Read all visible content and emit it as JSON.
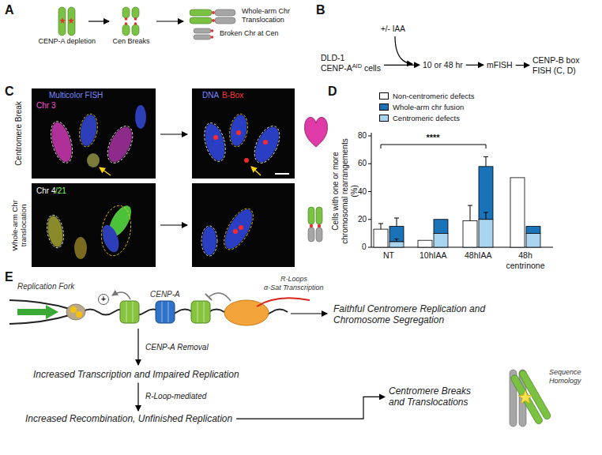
{
  "diagram": {
    "nodes": [
      {
        "text": [
          "DLD-1",
          "CENP-A",
          "AID",
          "cells"
        ]
      },
      {
        "text": [
          "10 or 48 hr"
        ]
      },
      {
        "text": [
          "mFISH"
        ]
      },
      {
        "text": [
          "CENP-B box FISH (C, D)"
        ]
      },
      {
        "text": [
          "+"
        ]
      },
      {
        "text": [
          "Faithful Centromere Replication and Chromosome Segregation"
        ]
      },
      {
        "text": [
          "Increased Transcription and Impaired Replication"
        ]
      },
      {
        "text": [
          "Increased Recombination, Unfinished Replication"
        ]
      },
      {
        "text": [
          "Centromere Breaks and Translocations"
        ]
      }
    ],
    "edges": [
      {
        "from": 0,
        "to": 1,
        "arrow": "to"
      },
      {
        "from": 1,
        "to": 2,
        "arrow": "to"
      },
      {
        "from": 2,
        "to": 3,
        "arrow": "to"
      },
      {
        "from": 6,
        "to": 7,
        "label": "R-Loop-mediated",
        "arrow": "to"
      },
      {
        "from": 7,
        "to": 8,
        "arrow": "to"
      }
    ],
    "labels": [
      "A",
      "CENP-A depletion",
      "Cen Breaks",
      "Whole-arm Chr Translocation",
      "Broken Chr at Cen",
      "B",
      "+/- IAA",
      "C",
      "Multicolor FISH",
      "Chr 3",
      "DNA",
      "B-Box",
      "Centromere Break",
      "Chr 4",
      "/21",
      "Whole-arm Chr translocation",
      "D",
      "Cells with one or more chromosomal rearrangements (%)",
      "0",
      "20",
      "40",
      "60",
      "80",
      "NT",
      "10hIAA",
      "48hIAA",
      "48h centrinone",
      "****",
      "E",
      "Replication Fork",
      "CENP-A",
      "R-Loops",
      "α-Sat Transcription",
      "CENP-A Removal",
      "Sequence Homology"
    ],
    "legend": [
      {
        "text": "Non-centromeric defects",
        "color": "#ffffff"
      },
      {
        "text": "Whole-arm chr fusion",
        "color": "#1a72b8"
      },
      {
        "text": "Centromeric defects",
        "color": "#a9d5f0"
      }
    ]
  }
}
